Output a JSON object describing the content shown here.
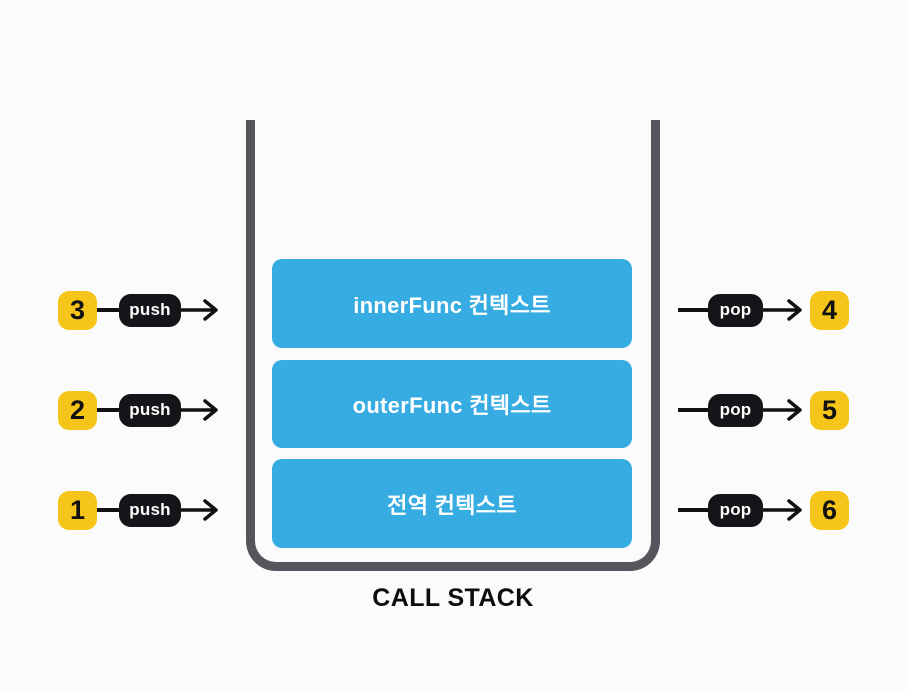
{
  "background": "#FBFBFB",
  "colors": {
    "frame_blue": "#37ACE2",
    "badge_yellow": "#F6C519",
    "pill_black": "#151519",
    "wall_gray": "#55555D",
    "text_black": "#0D0D0D"
  },
  "stack": {
    "label": "CALL STACK",
    "frames": [
      {
        "label": "innerFunc 컨텍스트"
      },
      {
        "label": "outerFunc 컨텍스트"
      },
      {
        "label": "전역 컨텍스트"
      }
    ]
  },
  "push_rows": [
    {
      "number": "3",
      "action": "push"
    },
    {
      "number": "2",
      "action": "push"
    },
    {
      "number": "1",
      "action": "push"
    }
  ],
  "pop_rows": [
    {
      "number": "4",
      "action": "pop"
    },
    {
      "number": "5",
      "action": "pop"
    },
    {
      "number": "6",
      "action": "pop"
    }
  ]
}
